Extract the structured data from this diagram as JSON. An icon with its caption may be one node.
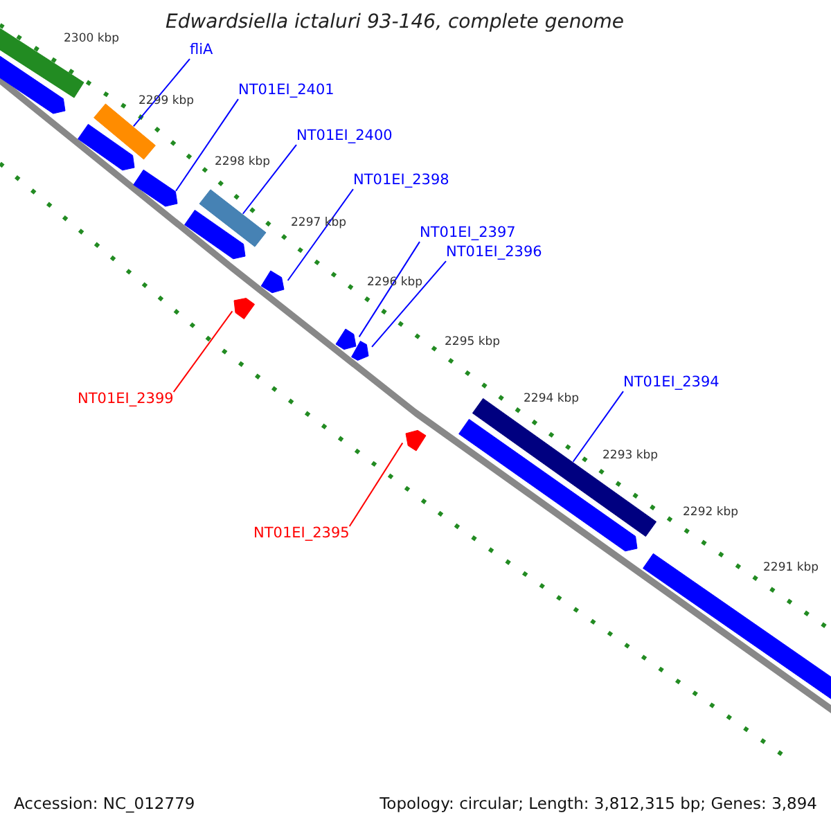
{
  "diagram": {
    "title": "Edwardsiella ictaluri 93-146, complete genome",
    "nodes": [
      {
        "text": [
          "fliA"
        ]
      },
      {
        "text": [
          "NT01EI_2401"
        ]
      },
      {
        "text": [
          "NT01EI_2400"
        ]
      },
      {
        "text": [
          "NT01EI_2398"
        ]
      },
      {
        "text": [
          "NT01EI_2397"
        ]
      },
      {
        "text": [
          "NT01EI_2396"
        ]
      },
      {
        "text": [
          "NT01EI_2399"
        ]
      },
      {
        "text": [
          "NT01EI_2394"
        ]
      },
      {
        "text": [
          "NT01EI_2395"
        ]
      },
      {
        "text": [],
        "shape": "bar"
      },
      {
        "text": [],
        "shape": "arrow"
      },
      {
        "text": [],
        "shape": "bar"
      },
      {
        "text": [],
        "shape": "arrow"
      },
      {
        "text": [],
        "shape": "arrow"
      },
      {
        "text": [],
        "shape": "bar"
      },
      {
        "text": [],
        "shape": "arrow"
      },
      {
        "text": [],
        "shape": "arrow"
      },
      {
        "text": [],
        "shape": "arrow"
      },
      {
        "text": [],
        "shape": "arrow"
      },
      {
        "text": [],
        "shape": "arrow"
      },
      {
        "text": [],
        "shape": "arrow"
      },
      {
        "text": [],
        "shape": "bar"
      },
      {
        "text": [],
        "shape": "arrow"
      },
      {
        "text": [],
        "shape": "arrow"
      }
    ],
    "edges": [
      {
        "from": 0,
        "to": 11,
        "arrow": "none"
      },
      {
        "from": 1,
        "to": 13,
        "arrow": "none"
      },
      {
        "from": 2,
        "to": 14,
        "arrow": "none"
      },
      {
        "from": 3,
        "to": 16,
        "arrow": "none"
      },
      {
        "from": 4,
        "to": 18,
        "arrow": "none"
      },
      {
        "from": 5,
        "to": 19,
        "arrow": "none"
      },
      {
        "from": 6,
        "to": 17,
        "arrow": "none",
        "color": "#ff0000"
      },
      {
        "from": 7,
        "to": 21,
        "arrow": "none"
      },
      {
        "from": 8,
        "to": 20,
        "arrow": "none",
        "color": "#ff0000"
      }
    ],
    "labels": [
      "2300 kbp",
      "2299 kbp",
      "2298 kbp",
      "2297 kbp",
      "2296 kbp",
      "2295 kbp",
      "2294 kbp",
      "2293 kbp",
      "2292 kbp",
      "2291 kbp",
      "Accession: NC_012779",
      "Topology: circular; Length: 3,812,315 bp; Genes: 3,894"
    ]
  }
}
